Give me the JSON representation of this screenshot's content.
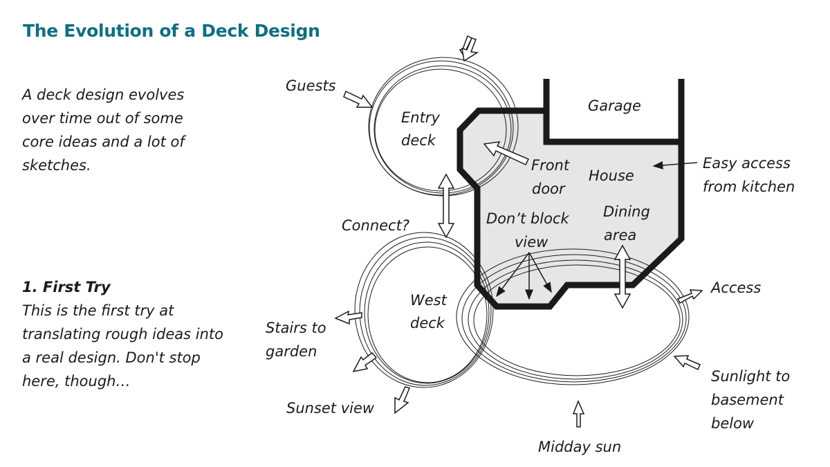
{
  "title": "The Evolution of a Deck Design",
  "intro": "A deck design evolves over time out of some core ideas and a lot of sketches.",
  "step": {
    "heading": "1. First Try",
    "body": "This is the first try at translating rough ideas into a real design. Don't stop here, though…"
  },
  "colors": {
    "title": "#0f6f80",
    "house_fill": "#e6e6e6",
    "outline": "#1a1a1a"
  },
  "diagram": {
    "rooms": {
      "garage": "Garage",
      "house": "House"
    },
    "decks": {
      "entry": [
        "Entry",
        "deck"
      ],
      "west": [
        "West",
        "deck"
      ]
    },
    "labels": {
      "guests": "Guests",
      "front_door": [
        "Front",
        "door"
      ],
      "connect": "Connect?",
      "dont_block": [
        "Don’t block",
        "view"
      ],
      "dining": [
        "Dining",
        "area"
      ],
      "easy_access": [
        "Easy access",
        "from kitchen"
      ],
      "access": "Access",
      "stairs": [
        "Stairs to",
        "garden"
      ],
      "sunset": "Sunset view",
      "sunlight": [
        "Sunlight to",
        "basement",
        "below"
      ],
      "midday": "Midday sun"
    }
  }
}
